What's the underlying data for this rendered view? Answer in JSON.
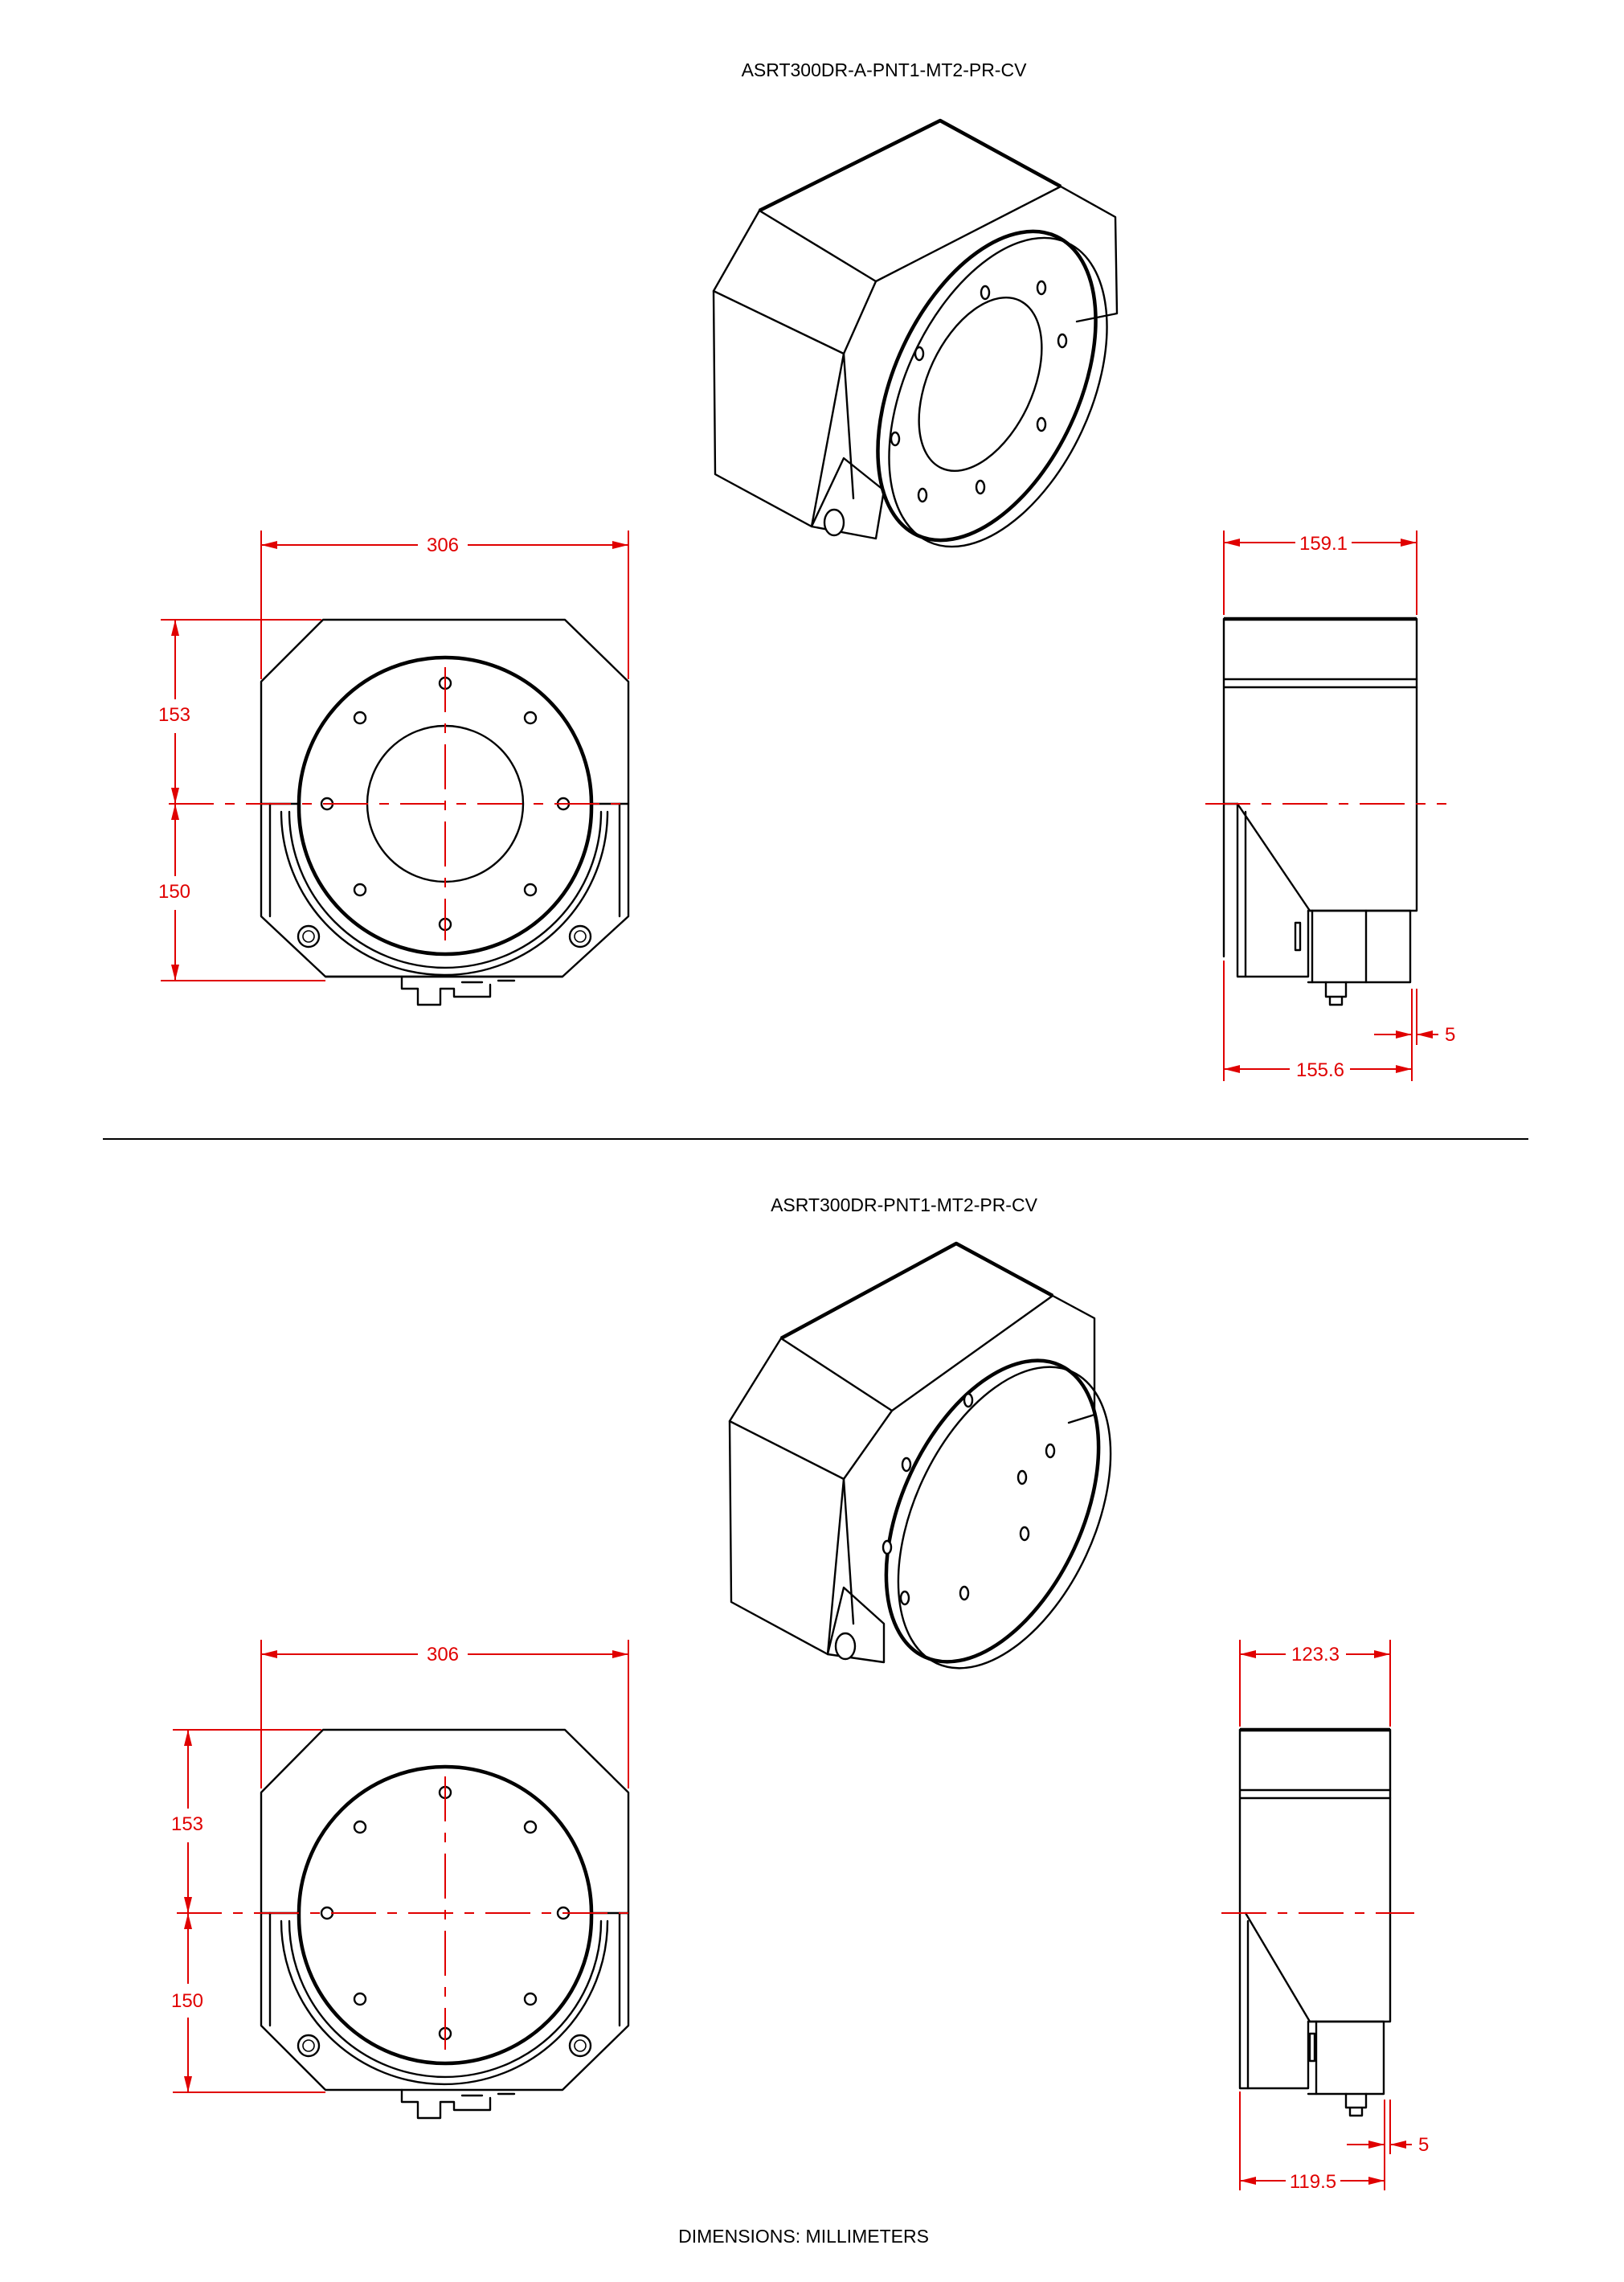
{
  "drawings": [
    {
      "title": "ASRT300DR-A-PNT1-MT2-PR-CV",
      "front_view": {
        "width_dim": "306",
        "upper_dim": "153",
        "lower_dim": "150"
      },
      "side_view": {
        "top_dim": "159.1",
        "bottom_dim": "155.6",
        "offset_dim": "5"
      }
    },
    {
      "title": "ASRT300DR-PNT1-MT2-PR-CV",
      "front_view": {
        "width_dim": "306",
        "upper_dim": "153",
        "lower_dim": "150"
      },
      "side_view": {
        "top_dim": "123.3",
        "bottom_dim": "119.5",
        "offset_dim": "5"
      }
    }
  ],
  "footer": "DIMENSIONS:  MILLIMETERS",
  "colors": {
    "dimension": "#e00000",
    "linework": "#000000"
  }
}
